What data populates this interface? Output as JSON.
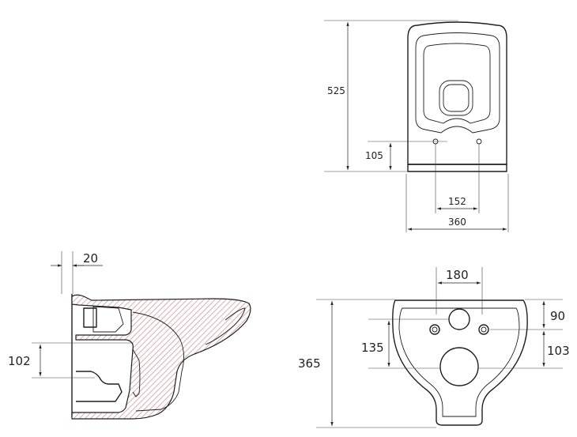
{
  "views": {
    "top": {
      "height_label": "525",
      "offset_label": "105",
      "hole_spacing_label": "152",
      "width_label": "360"
    },
    "side": {
      "wall_offset_label": "20",
      "outlet_height_label": "102"
    },
    "back": {
      "hole_spacing_label": "180",
      "height_label": "365",
      "upper_hole_label": "90",
      "lower_hole_label": "103",
      "outlet_label": "135"
    }
  },
  "colors": {
    "line": "#1f1f1f",
    "hatch": "#d4a3ae"
  }
}
